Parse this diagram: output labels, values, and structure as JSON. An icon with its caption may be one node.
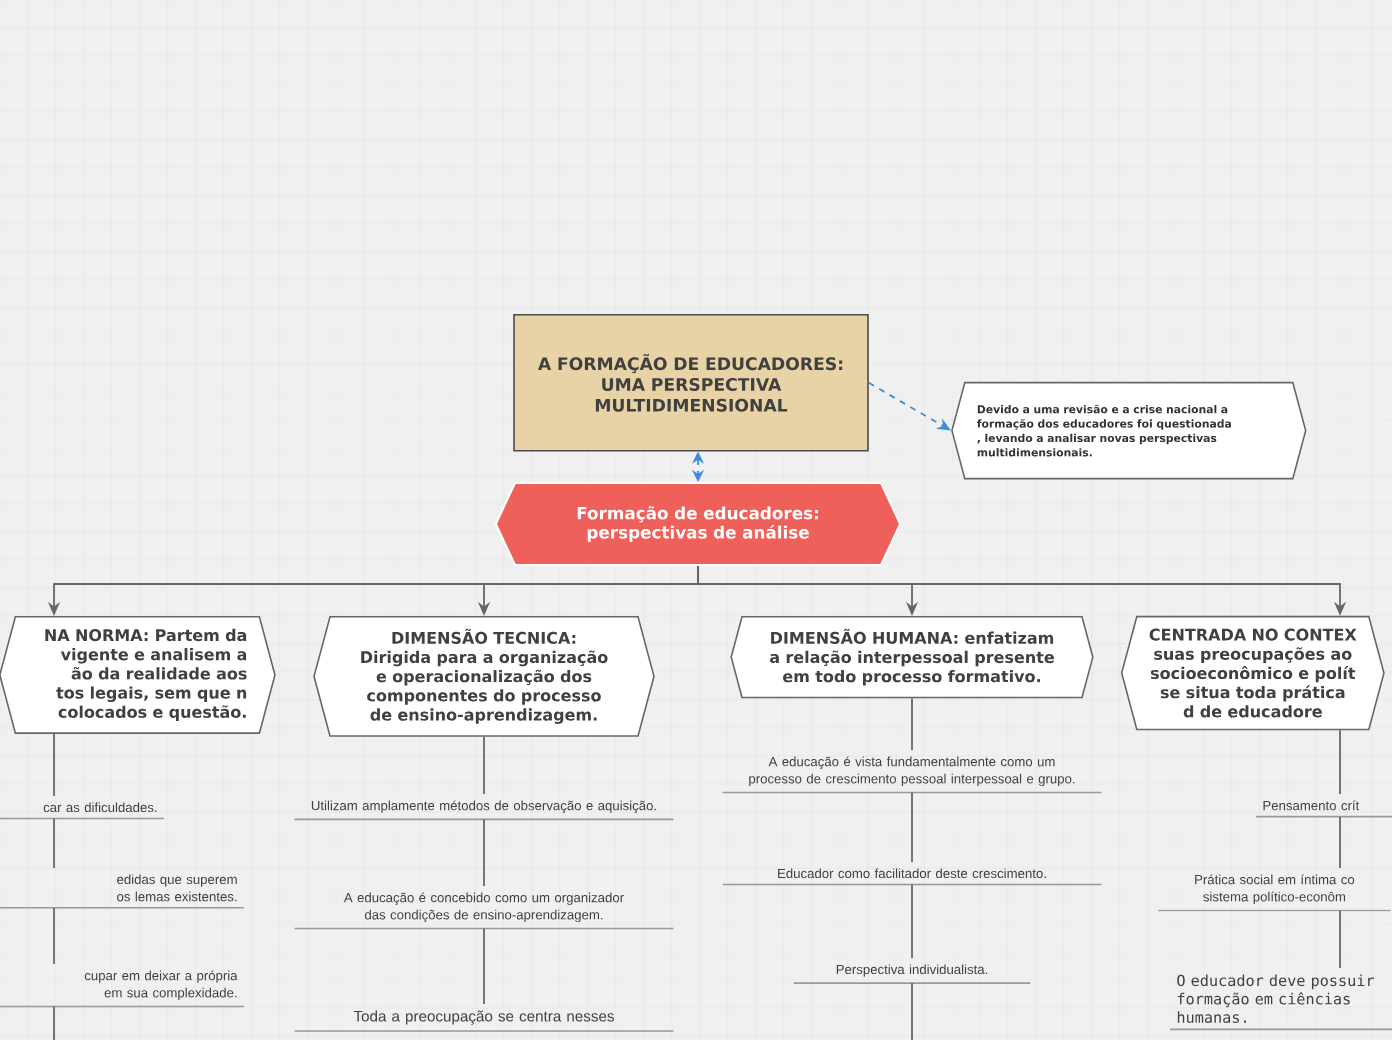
{
  "diagram": {
    "nodes": [
      {
        "text": [
          "A FORMAÇÃO DE EDUCADORES: UMA PERSPECTIVA MULTIDIMENSIONAL"
        ]
      },
      {
        "text": [
          "Formação de educadores: perspectivas de análise"
        ]
      },
      {
        "text": [
          "Devido a uma revisão e a crise nacional a formação dos educadores foi questionada , levando a analisar novas perspectivas multidimensionais."
        ]
      },
      {
        "text": [
          "NA NORMA: Partem da vigente e analisem a ão da realidade aos tos  legais, sem que n colocados e questão."
        ]
      },
      {
        "text": [
          "DIMENSÃO TECNICA: Dirigida para a organização e operacionalização dos componentes do processo de ensino-aprendizagem."
        ]
      },
      {
        "text": [
          "DIMENSÃO HUMANA: enfatizam a relação interpessoal presente em todo processo formativo."
        ]
      },
      {
        "text": [
          "CENTRADA NO CONTEX suas preocupações ao socioeconômico e polít se situa toda prática d de educadore"
        ]
      },
      {
        "text": [
          "car as dificuldades."
        ]
      },
      {
        "text": [
          "edidas que superem os lemas existentes."
        ]
      },
      {
        "text": [
          "cupar em deixar a própria em sua complexidade."
        ]
      },
      {
        "text": [
          "Utilizam amplamente métodos de observação e aquisição."
        ]
      },
      {
        "text": [
          "A educação é concebido como um organizador das condições de ensino-aprendizagem."
        ]
      },
      {
        "text": [
          "Toda a preocupação se centra nesses"
        ]
      },
      {
        "text": [
          "A educação é vista fundamentalmente como um processo de crescimento pessoal interpessoal e grupo."
        ]
      },
      {
        "text": [
          "Educador como facilitador deste crescimento."
        ]
      },
      {
        "text": [
          "Perspectiva individualista."
        ]
      },
      {
        "text": [
          "Pensamento crít"
        ]
      },
      {
        "text": [
          "Prática social em íntima co sistema político-econôm"
        ]
      },
      {
        "text": [
          "O educador deve possuir formação em ciências humanas."
        ]
      }
    ],
    "edges": [
      {
        "from": 0,
        "to": 1,
        "arrow": "both",
        "style": "dashed",
        "color": "#3b8de0"
      },
      {
        "from": 0,
        "to": 2,
        "arrow": "to",
        "style": "dashed",
        "color": "#3b8de0"
      },
      {
        "from": 1,
        "to": 3,
        "arrow": "to"
      },
      {
        "from": 1,
        "to": 4,
        "arrow": "to"
      },
      {
        "from": 1,
        "to": 5,
        "arrow": "to"
      },
      {
        "from": 1,
        "to": 6,
        "arrow": "to"
      },
      {
        "from": 3,
        "to": 7,
        "arrow": "none"
      },
      {
        "from": 7,
        "to": 8,
        "arrow": "none"
      },
      {
        "from": 8,
        "to": 9,
        "arrow": "none"
      },
      {
        "from": 9,
        "to": null,
        "arrow": "none"
      },
      {
        "from": 4,
        "to": 10,
        "arrow": "none"
      },
      {
        "from": 10,
        "to": 11,
        "arrow": "none"
      },
      {
        "from": 11,
        "to": 12,
        "arrow": "none"
      },
      {
        "from": 5,
        "to": 13,
        "arrow": "none"
      },
      {
        "from": 13,
        "to": 14,
        "arrow": "none"
      },
      {
        "from": 14,
        "to": 15,
        "arrow": "none"
      },
      {
        "from": 15,
        "to": null,
        "arrow": "none"
      },
      {
        "from": 6,
        "to": 16,
        "arrow": "none"
      },
      {
        "from": 16,
        "to": 17,
        "arrow": "none"
      },
      {
        "from": 17,
        "to": 18,
        "arrow": "none"
      }
    ]
  }
}
